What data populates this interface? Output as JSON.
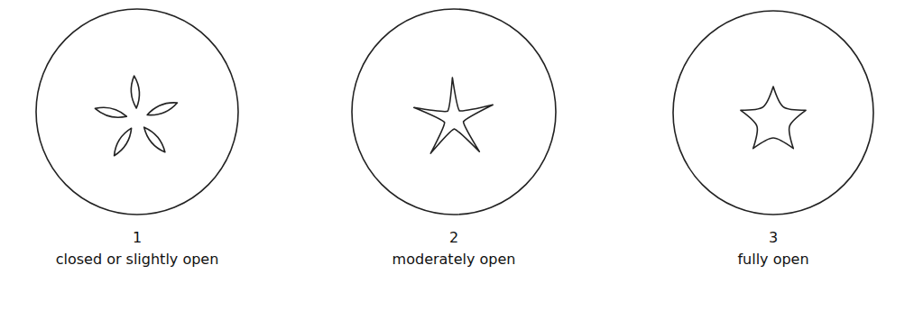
{
  "diagram": {
    "labels": [
      "1",
      "closed or slightly open",
      "2",
      "moderately open",
      "3",
      "fully open"
    ]
  }
}
